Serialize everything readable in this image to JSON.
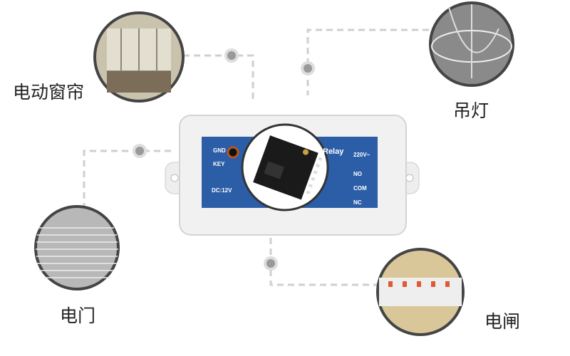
{
  "labels": {
    "curtain": "电动窗帘",
    "chandelier": "吊灯",
    "door": "电门",
    "breaker": "电闸"
  },
  "device": {
    "gnd": "GND",
    "key": "KEY",
    "dc": "DC:12V",
    "relay": "Relay",
    "v220": "220V~",
    "no": "NO",
    "com": "COM",
    "nc": "NC"
  },
  "colors": {
    "panel": "#2c5ea8",
    "line": "#cccccc",
    "dot": "#9a9a9a"
  }
}
